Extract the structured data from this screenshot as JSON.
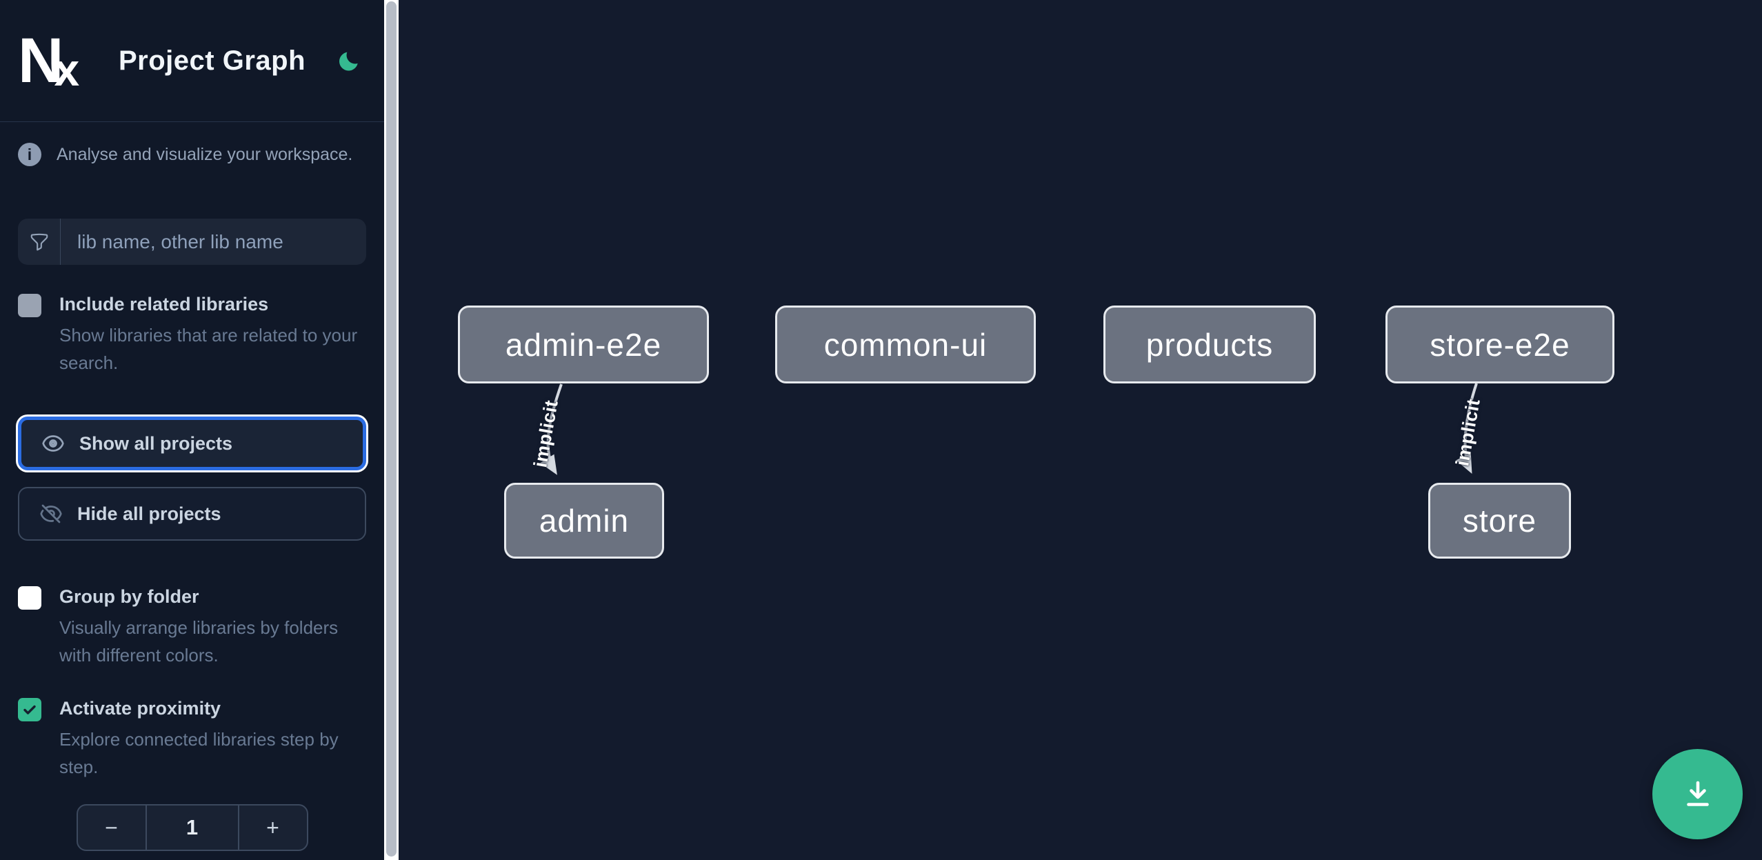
{
  "app": {
    "logo_text_n": "N",
    "logo_text_x": "x",
    "title": "Project Graph",
    "theme_icon": "moon-icon"
  },
  "colors": {
    "accent_green": "#35ba90",
    "focus_blue": "#2b6ce2",
    "sidebar_bg": "#101828",
    "canvas_bg": "#131b2d",
    "node_fill": "#6b7280",
    "node_border": "#e7eaee",
    "edge": "#d5dae1"
  },
  "sidebar": {
    "tagline": "Analyse and visualize your workspace.",
    "search": {
      "placeholder": "lib name, other lib name",
      "value": "",
      "icon": "filter-icon"
    },
    "options": [
      {
        "label": "Include related libraries",
        "description": "Show libraries that are related to your search.",
        "checked": false
      },
      {
        "label": "Group by folder",
        "description": "Visually arrange libraries by folders with different colors.",
        "checked": false
      },
      {
        "label": "Activate proximity",
        "description": "Explore connected libraries step by step.",
        "checked": true
      }
    ],
    "actions": {
      "show_all": "Show all projects",
      "hide_all": "Hide all projects"
    },
    "proximity_stepper": {
      "decrement": "−",
      "value": "1",
      "increment": "+"
    }
  },
  "graph": {
    "nodes": [
      {
        "label": "admin-e2e"
      },
      {
        "label": "common-ui"
      },
      {
        "label": "products"
      },
      {
        "label": "store-e2e"
      },
      {
        "label": "admin"
      },
      {
        "label": "store"
      }
    ],
    "edges": [
      {
        "from": "admin-e2e",
        "to": "admin",
        "label": "implicit",
        "type": "implicit"
      },
      {
        "from": "store-e2e",
        "to": "store",
        "label": "implicit",
        "type": "implicit"
      }
    ]
  },
  "fab": {
    "icon": "download-icon"
  }
}
